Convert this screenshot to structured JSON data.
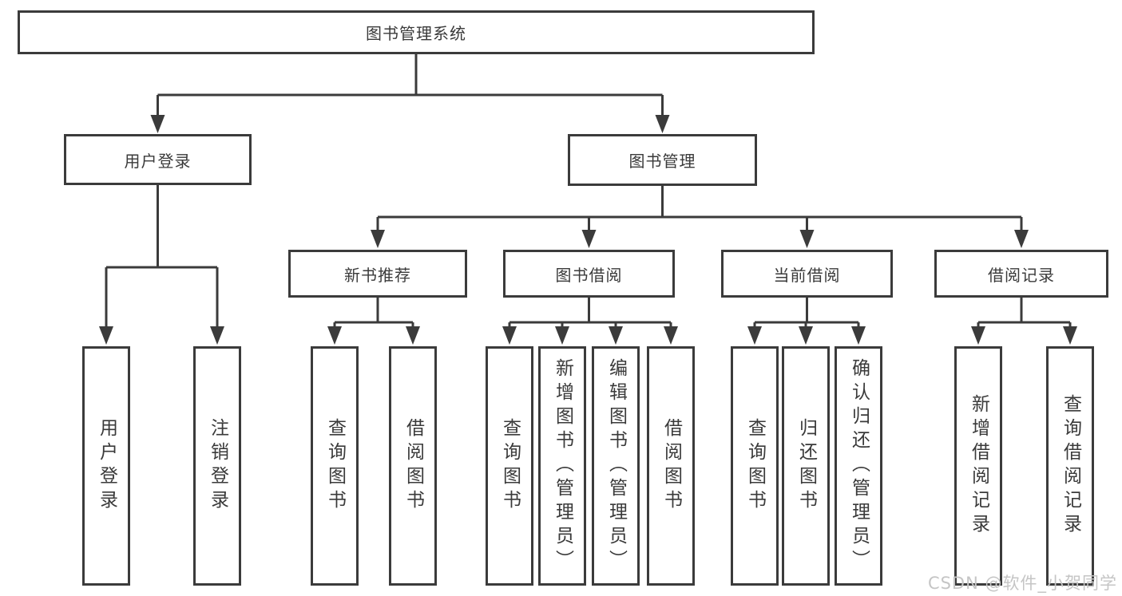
{
  "diagram": {
    "title": "图书管理系统",
    "type": "hierarchy-tree",
    "nodes": {
      "root": {
        "label": "图书管理系统"
      },
      "user_login": {
        "label": "用户登录"
      },
      "book_mgmt": {
        "label": "图书管理"
      },
      "new_book_rec": {
        "label": "新书推荐"
      },
      "book_borrow": {
        "label": "图书借阅"
      },
      "current_borrow": {
        "label": "当前借阅"
      },
      "borrow_records": {
        "label": "借阅记录"
      },
      "leaf_user_login": {
        "label": "用户登录"
      },
      "leaf_logout": {
        "label": "注销登录"
      },
      "leaf_query_books_rec": {
        "label": "查询图书"
      },
      "leaf_borrow_books_rec": {
        "label": "借阅图书"
      },
      "leaf_query_books_borrow": {
        "label": "查询图书"
      },
      "leaf_add_books": {
        "label": "新增图书（管理员）"
      },
      "leaf_edit_books": {
        "label": "编辑图书（管理员）"
      },
      "leaf_borrow_books_borrow": {
        "label": "借阅图书"
      },
      "leaf_query_books_current": {
        "label": "查询图书"
      },
      "leaf_return_books": {
        "label": "归还图书"
      },
      "leaf_confirm_return": {
        "label": "确认归还（管理员）"
      },
      "leaf_add_borrow_record": {
        "label": "新增借阅记录"
      },
      "leaf_query_borrow_record": {
        "label": "查询借阅记录"
      }
    },
    "edges": [
      [
        "root",
        "user_login"
      ],
      [
        "root",
        "book_mgmt"
      ],
      [
        "user_login",
        "leaf_user_login"
      ],
      [
        "user_login",
        "leaf_logout"
      ],
      [
        "book_mgmt",
        "new_book_rec"
      ],
      [
        "book_mgmt",
        "book_borrow"
      ],
      [
        "book_mgmt",
        "current_borrow"
      ],
      [
        "book_mgmt",
        "borrow_records"
      ],
      [
        "new_book_rec",
        "leaf_query_books_rec"
      ],
      [
        "new_book_rec",
        "leaf_borrow_books_rec"
      ],
      [
        "book_borrow",
        "leaf_query_books_borrow"
      ],
      [
        "book_borrow",
        "leaf_add_books"
      ],
      [
        "book_borrow",
        "leaf_edit_books"
      ],
      [
        "book_borrow",
        "leaf_borrow_books_borrow"
      ],
      [
        "current_borrow",
        "leaf_query_books_current"
      ],
      [
        "current_borrow",
        "leaf_return_books"
      ],
      [
        "current_borrow",
        "leaf_confirm_return"
      ],
      [
        "borrow_records",
        "leaf_add_borrow_record"
      ],
      [
        "borrow_records",
        "leaf_query_borrow_record"
      ]
    ],
    "colors": {
      "line": "#3b3b3b",
      "box_fill": "#ffffff",
      "text": "#3a3a3a",
      "watermark": "#c5c5c5",
      "background": "#ffffff"
    }
  },
  "watermark": {
    "text": "CSDN @软件_小贺同学"
  }
}
